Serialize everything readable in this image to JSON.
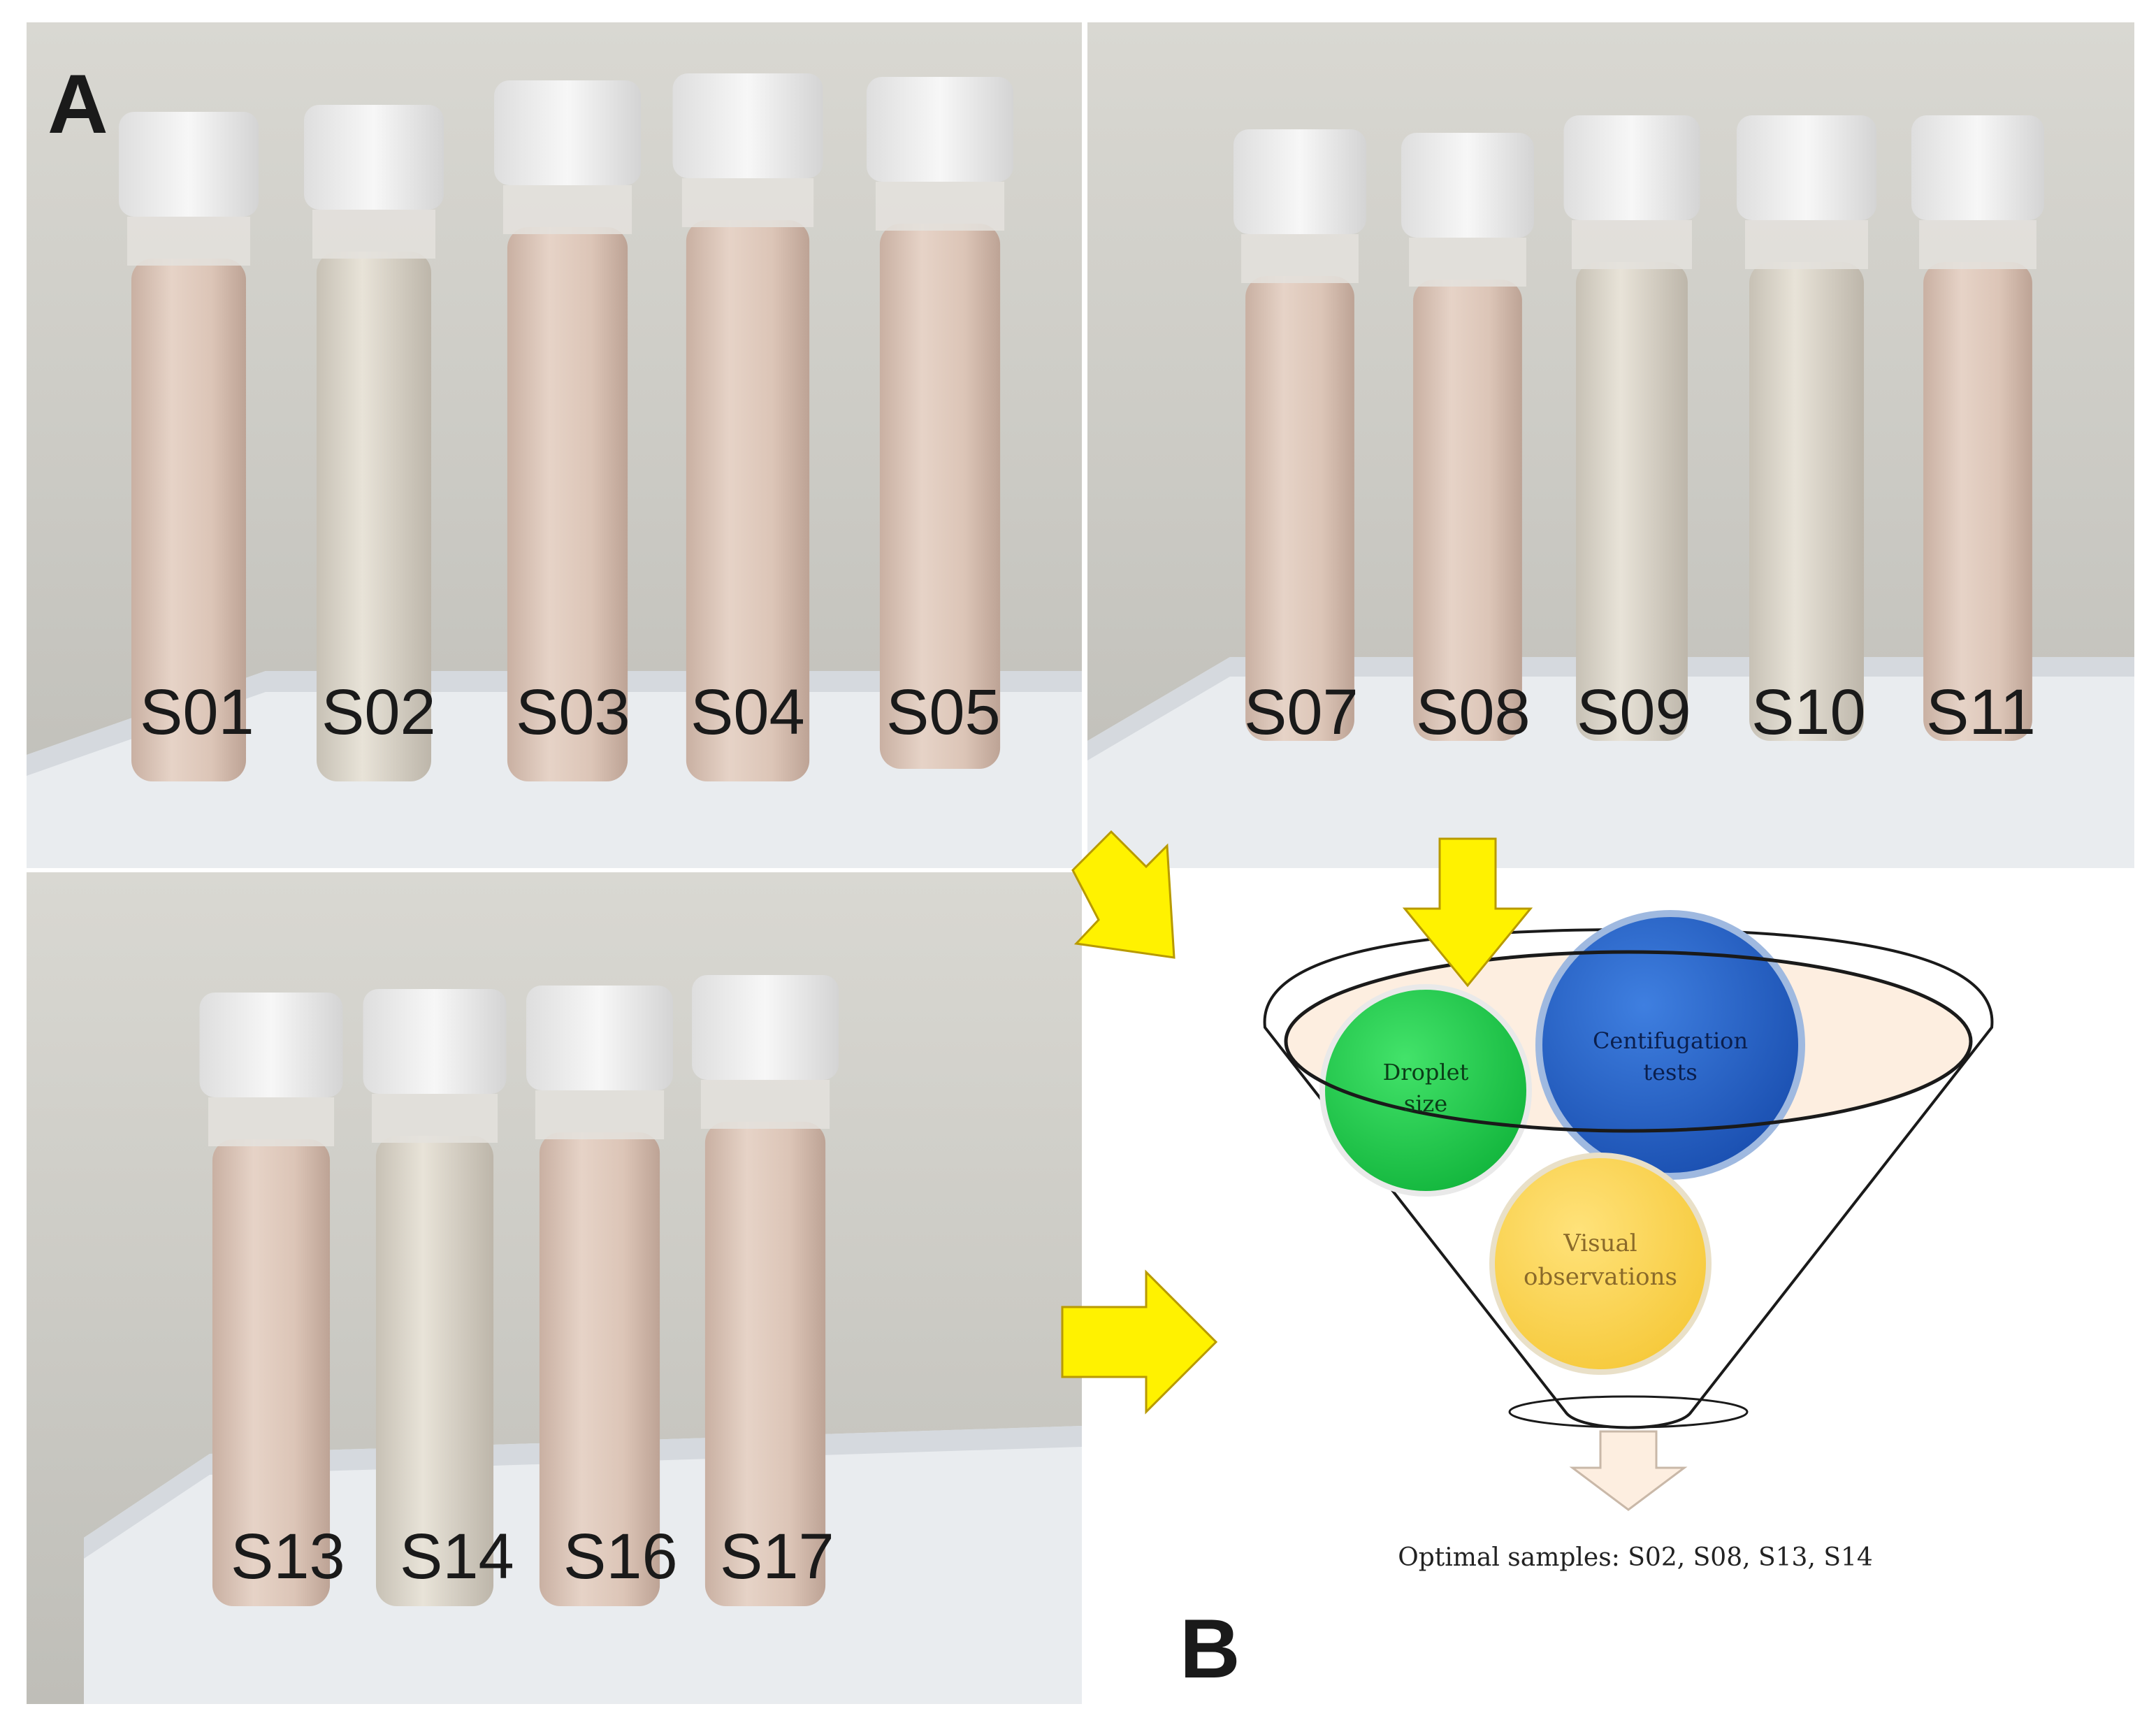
{
  "panels": {
    "a_letter": "A",
    "b_letter": "B"
  },
  "photos": [
    {
      "labels": [
        "S01",
        "S02",
        "S03",
        "S04",
        "S05"
      ]
    },
    {
      "labels": [
        "S07",
        "S08",
        "S09",
        "S10",
        "S11"
      ]
    },
    {
      "labels": [
        "S13",
        "S14",
        "S16",
        "S17"
      ]
    }
  ],
  "funnel": {
    "droplet": [
      "Droplet",
      "size"
    ],
    "centrifugation": [
      "Centifugation",
      "tests"
    ],
    "visual": [
      "Visual",
      "observations"
    ],
    "result": "Optimal samples: S02, S08, S13, S14"
  },
  "colors": {
    "arrow": "#fff200",
    "droplet_circle": "#22d046",
    "centrifugation_circle": "#1e5fc8",
    "visual_circle": "#ffd24a",
    "funnel_fill": "#fdeee0",
    "tube_liquid": "#ddc6b8"
  }
}
